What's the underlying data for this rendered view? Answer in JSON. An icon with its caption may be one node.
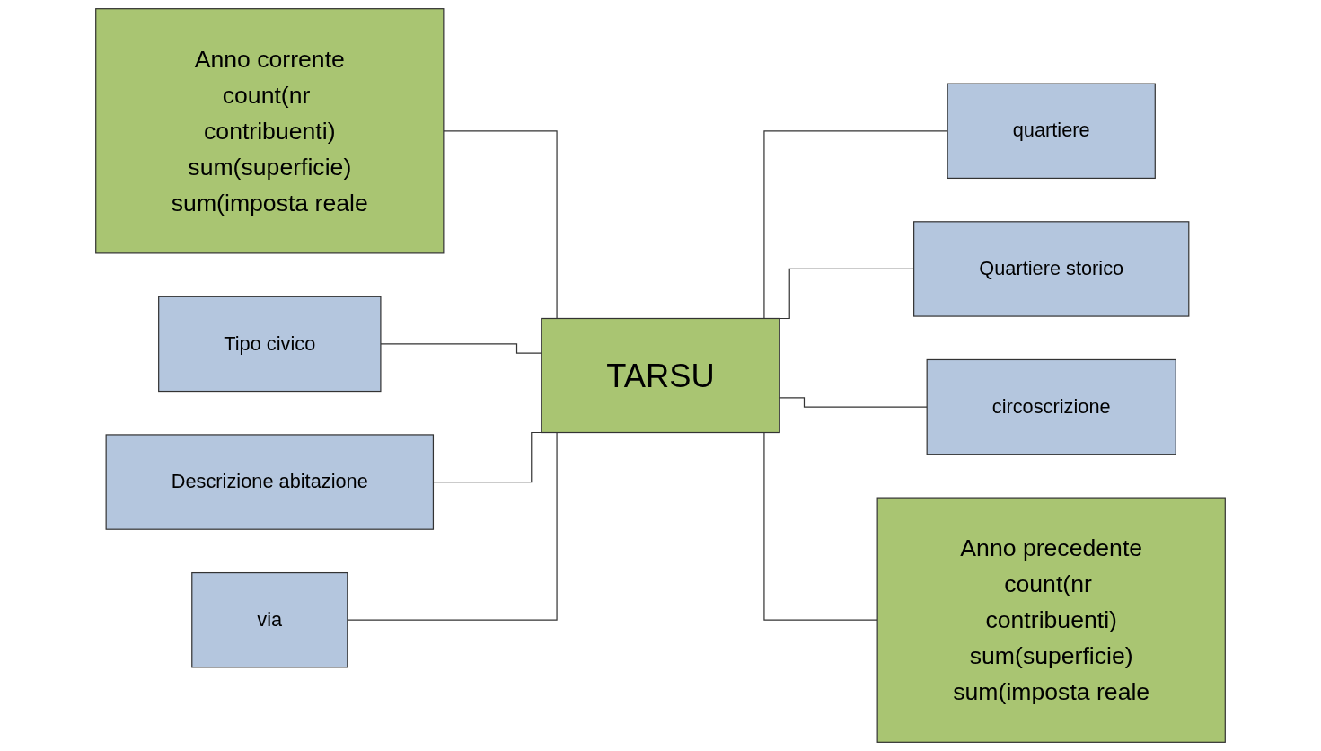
{
  "diagram": {
    "nodes": [
      {
        "text": [
          "Anno corrente",
          "count(nr contribuenti)",
          "sum(superficie)",
          "sum(imposta reale"
        ]
      },
      {
        "text": [
          "Tipo civico"
        ]
      },
      {
        "text": [
          "quartiere"
        ]
      },
      {
        "text": [
          "Descrizione abitazione"
        ]
      },
      {
        "text": [
          "TARSU"
        ]
      },
      {
        "text": [
          "Quartiere storico"
        ]
      },
      {
        "text": [
          "via"
        ]
      },
      {
        "text": [
          "circoscrizione"
        ]
      },
      {
        "text": [
          "Anno precedente",
          "count(nr contribuenti)",
          "sum(superficie)",
          "sum(imposta reale"
        ]
      }
    ],
    "edges": [
      {
        "from": 0,
        "to": 4,
        "arrow": "none"
      },
      {
        "from": 1,
        "to": 4,
        "arrow": "none"
      },
      {
        "from": 3,
        "to": 4,
        "arrow": "none"
      },
      {
        "from": 6,
        "to": 4,
        "arrow": "none"
      },
      {
        "from": 4,
        "to": 2,
        "arrow": "none"
      },
      {
        "from": 4,
        "to": 5,
        "arrow": "none"
      },
      {
        "from": 4,
        "to": 7,
        "arrow": "none"
      },
      {
        "from": 4,
        "to": 8,
        "arrow": "none"
      }
    ]
  }
}
